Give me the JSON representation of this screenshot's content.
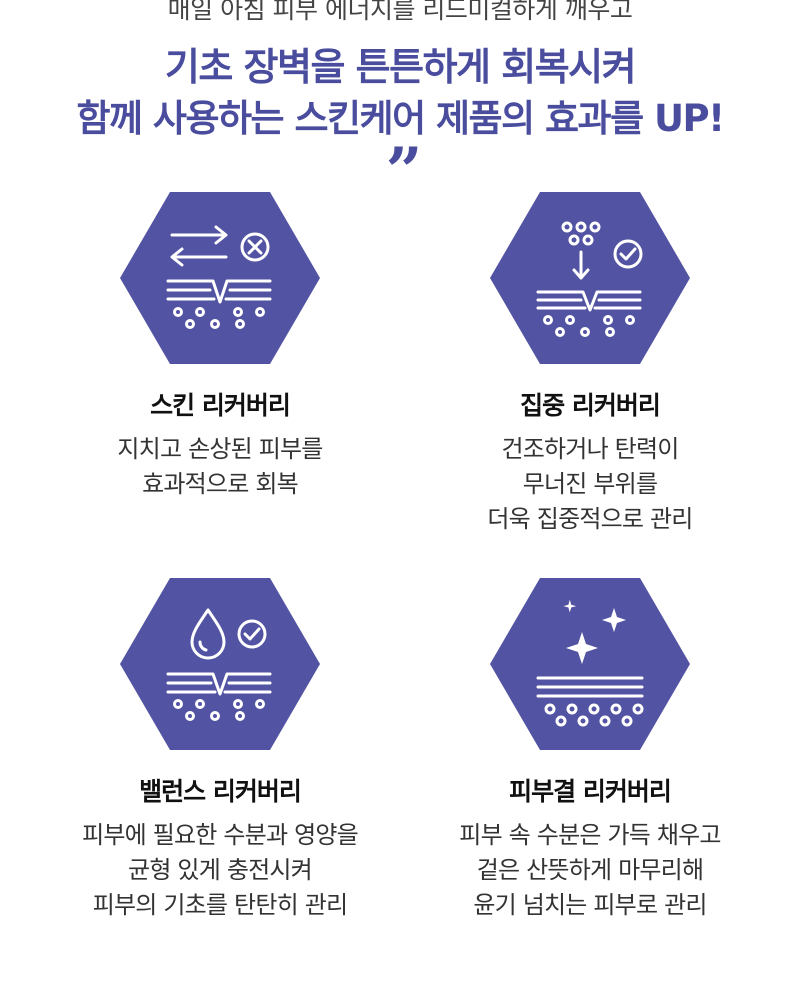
{
  "intro": "매일 아침 피부 에너지를 리드미컬하게 깨우고",
  "headline": {
    "line1": "기초 장벽을 튼튼하게 회복시켜",
    "line2": "함께 사용하는 스킨케어 제품의 효과를 UP!"
  },
  "quote_mark": "”",
  "colors": {
    "accent": "#4a4d9e",
    "hex_fill": "#5353a3",
    "text": "#222222"
  },
  "cards": [
    {
      "icon": "skin-exchange-icon",
      "title": "스킨 리커버리",
      "desc": [
        "지치고 손상된 피부를",
        "효과적으로 회복"
      ]
    },
    {
      "icon": "skin-absorption-icon",
      "title": "집중 리커버리",
      "desc": [
        "건조하거나 탄력이",
        "무너진 부위를",
        "더욱 집중적으로 관리"
      ]
    },
    {
      "icon": "skin-drop-icon",
      "title": "밸런스 리커버리",
      "desc": [
        "피부에 필요한 수분과 영양을",
        "균형 있게 충전시켜",
        "피부의 기초를 탄탄히 관리"
      ]
    },
    {
      "icon": "skin-sparkle-icon",
      "title": "피부결 리커버리",
      "desc": [
        "피부 속 수분은 가득 채우고",
        "겉은 산뜻하게 마무리해",
        "윤기 넘치는 피부로 관리"
      ]
    }
  ]
}
